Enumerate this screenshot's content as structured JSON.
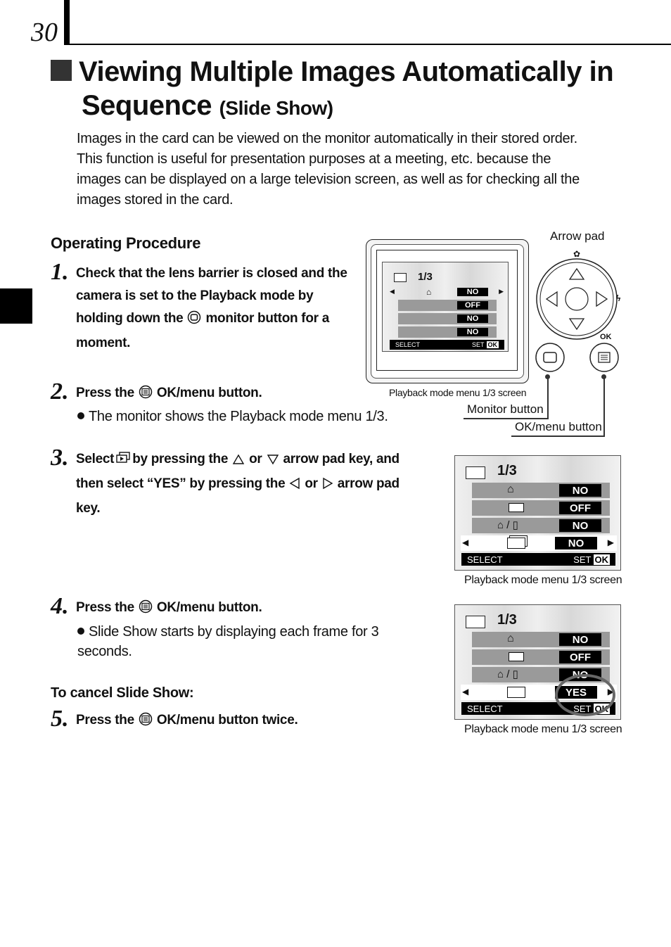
{
  "page_number": "30",
  "title": {
    "line1": "Viewing Multiple Images Automatically in",
    "line2": "Sequence",
    "subtitle": "(Slide Show)"
  },
  "intro": "Images in the card can be viewed on the monitor automatically in their stored order. This function is useful for presentation purposes at a meeting, etc. because the images can be displayed on a large television screen, as well as for checking all the images stored in the card.",
  "section_heading": "Operating Procedure",
  "steps": [
    {
      "num": "1.",
      "text_a": "Check that the lens barrier is closed and the camera is set to the Playback mode by holding down the",
      "text_b": "monitor button for a moment."
    },
    {
      "num": "2.",
      "text_a": "Press the",
      "text_b": "OK/menu button.",
      "bullet": "The monitor shows the Playback mode menu 1/3."
    },
    {
      "num": "3.",
      "w1": "Select",
      "w2": "by pressing the",
      "w3": "or",
      "w4": "arrow pad key, and",
      "w5": "then select “YES” by pressing the",
      "w6": "or",
      "w7": "arrow pad",
      "w8": "key."
    },
    {
      "num": "4.",
      "text_a": "Press the",
      "text_b": "OK/menu button.",
      "bullet": "Slide Show starts by displaying each frame for 3 seconds."
    },
    {
      "num": "5.",
      "text_a": "Press the",
      "text_b": "OK/menu button twice."
    }
  ],
  "cancel_heading": "To cancel Slide Show:",
  "diagram": {
    "arrow_pad_label": "Arrow pad",
    "ok_label": "OK",
    "monitor_button_label": "Monitor button",
    "ok_menu_button_label": "OK/menu button",
    "caption": "Playback mode menu 1/3 screen"
  },
  "screens": [
    {
      "title": "1/3",
      "values": [
        "NO",
        "OFF",
        "NO",
        "NO"
      ],
      "select_label": "SELECT",
      "set_label": "SET",
      "ok": "OK",
      "caption": "Playback mode menu 1/3 screen"
    },
    {
      "title": "1/3",
      "values": [
        "NO",
        "OFF",
        "NO",
        "NO"
      ],
      "select_label": "SELECT",
      "set_label": "SET",
      "ok": "OK",
      "caption": "Playback mode menu 1/3 screen"
    },
    {
      "title": "1/3",
      "values": [
        "NO",
        "OFF",
        "NO",
        "YES"
      ],
      "select_label": "SELECT",
      "set_label": "SET",
      "ok": "OK",
      "caption": "Playback mode menu 1/3 screen"
    }
  ]
}
